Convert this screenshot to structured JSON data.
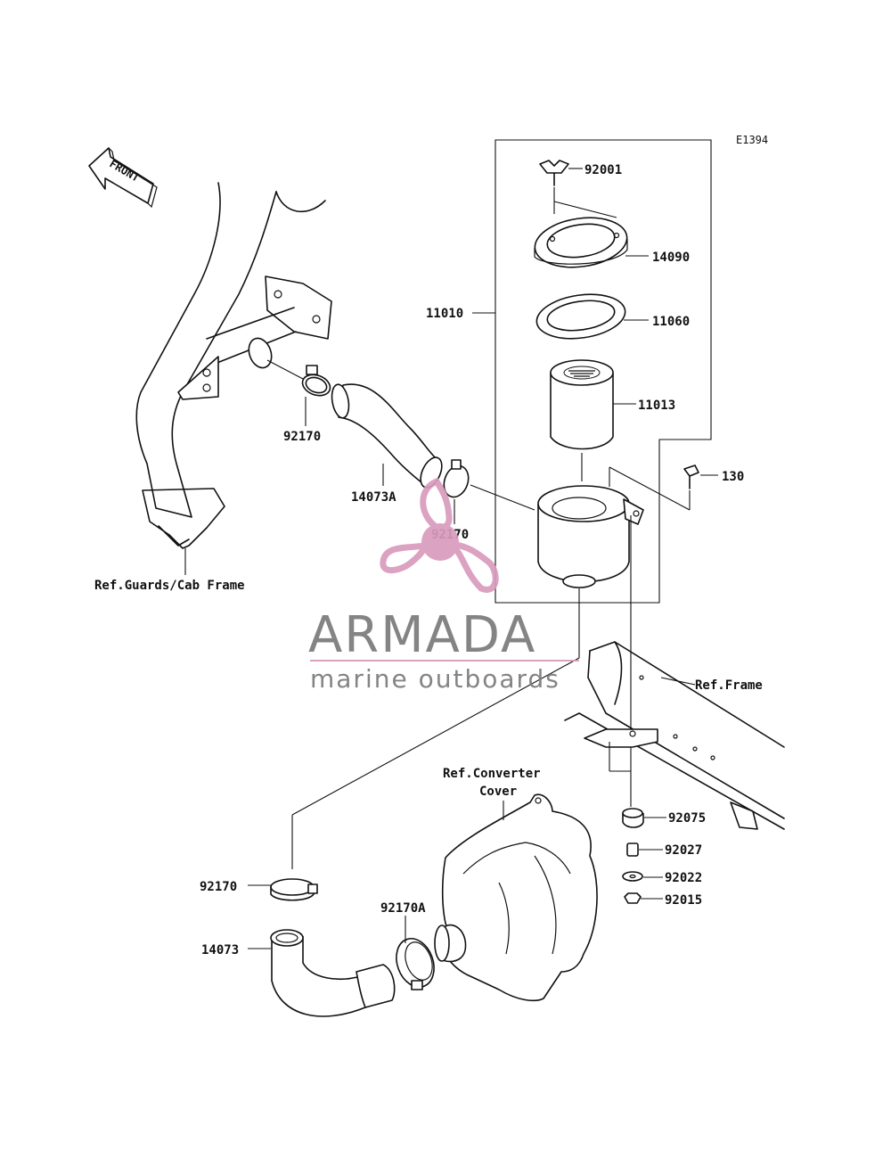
{
  "diagram_code": "E1394",
  "front_arrow_label": "FRONT",
  "brand": {
    "name": "ARMADA",
    "tagline": "marine outboards",
    "accent_color": "#d99bbd",
    "text_color": "#7a7a7a"
  },
  "references": {
    "guards": "Ref.Guards/Cab Frame",
    "frame": "Ref.Frame",
    "converter_line1": "Ref.Converter",
    "converter_line2": "Cover"
  },
  "parts": {
    "p92001": "92001",
    "p14090": "14090",
    "p11010": "11010",
    "p11060": "11060",
    "p11013": "11013",
    "p130": "130",
    "p92170_top": "92170",
    "p14073A": "14073A",
    "p92170_mid": "92170",
    "p92075": "92075",
    "p92027": "92027",
    "p92022": "92022",
    "p92015": "92015",
    "p92170_low": "92170",
    "p92170A": "92170A",
    "p14073": "14073"
  }
}
